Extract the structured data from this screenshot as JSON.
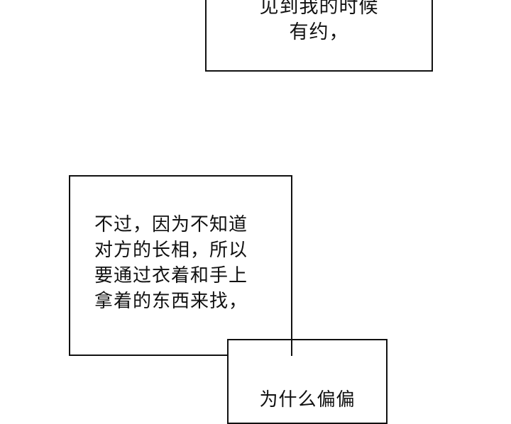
{
  "panels": {
    "top": {
      "lines": [
        "见到我的时候",
        "有约，"
      ]
    },
    "middle": {
      "lines": [
        "不过，因为不知道",
        "对方的长相，所以",
        "要通过衣着和手上",
        "拿着的东西来找，"
      ]
    },
    "bottom": {
      "lines": [
        "为什么偏偏"
      ]
    }
  },
  "colors": {
    "border": "#111111",
    "text": "#111111",
    "background": "#ffffff"
  }
}
